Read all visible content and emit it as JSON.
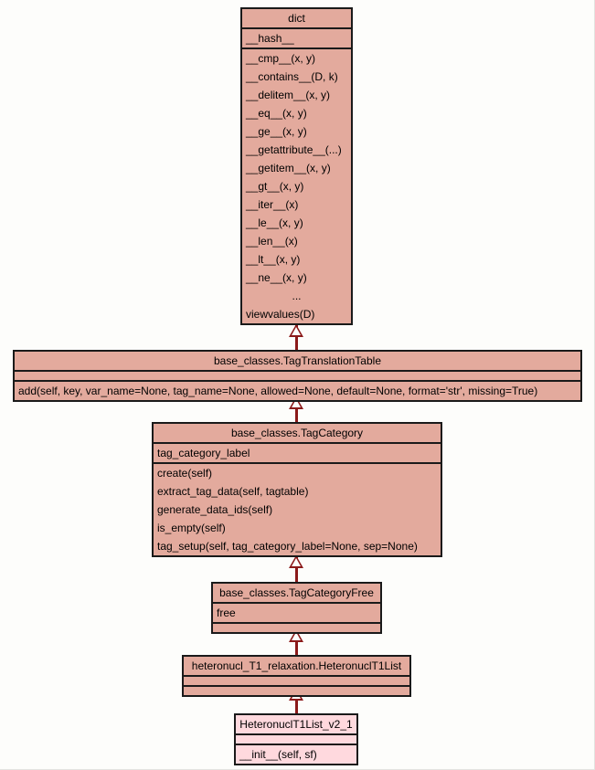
{
  "diagram": {
    "type": "uml-class-diagram",
    "background_color": "#fdfdfb",
    "box_fill_color": "#e3aa9d",
    "box_fill_color_highlight": "#ffd9de",
    "border_color": "#1a1a1a",
    "edge_color": "#8b1a1a"
  },
  "classes": [
    {
      "name": "dict",
      "attributes": [
        "__hash__"
      ],
      "methods": [
        "__cmp__(x, y)",
        "__contains__(D, k)",
        "__delitem__(x, y)",
        "__eq__(x, y)",
        "__ge__(x, y)",
        "__getattribute__(...)",
        "__getitem__(x, y)",
        "__gt__(x, y)",
        "__iter__(x)",
        "__le__(x, y)",
        "__len__(x)",
        "__lt__(x, y)",
        "__ne__(x, y)",
        "...",
        "viewvalues(D)"
      ]
    },
    {
      "name": "base_classes.TagTranslationTable",
      "attributes": [],
      "methods": [
        "add(self, key, var_name=None, tag_name=None, allowed=None, default=None, format='str', missing=True)"
      ]
    },
    {
      "name": "base_classes.TagCategory",
      "attributes": [
        "tag_category_label"
      ],
      "methods": [
        "create(self)",
        "extract_tag_data(self, tagtable)",
        "generate_data_ids(self)",
        "is_empty(self)",
        "tag_setup(self, tag_category_label=None, sep=None)"
      ]
    },
    {
      "name": "base_classes.TagCategoryFree",
      "attributes": [
        "free"
      ],
      "methods": []
    },
    {
      "name": "heteronucl_T1_relaxation.HeteronuclT1List",
      "attributes": [],
      "methods": []
    },
    {
      "name": "HeteronuclT1List_v2_1",
      "attributes": [],
      "methods": [
        "__init__(self, sf)"
      ]
    }
  ],
  "relations": [
    {
      "kind": "generalization",
      "from": "base_classes.TagTranslationTable",
      "to": "dict"
    },
    {
      "kind": "generalization",
      "from": "base_classes.TagCategory",
      "to": "base_classes.TagTranslationTable"
    },
    {
      "kind": "generalization",
      "from": "base_classes.TagCategoryFree",
      "to": "base_classes.TagCategory"
    },
    {
      "kind": "generalization",
      "from": "heteronucl_T1_relaxation.HeteronuclT1List",
      "to": "base_classes.TagCategoryFree"
    },
    {
      "kind": "generalization",
      "from": "HeteronuclT1List_v2_1",
      "to": "heteronucl_T1_relaxation.HeteronuclT1List"
    }
  ]
}
